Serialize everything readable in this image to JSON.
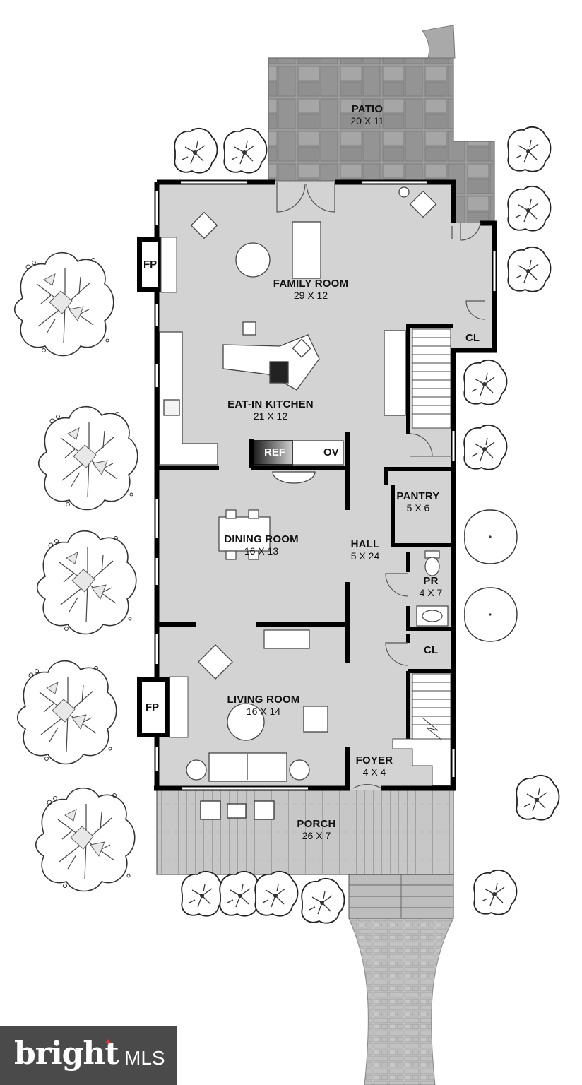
{
  "rooms": {
    "patio": {
      "name": "PATIO",
      "dims": "20 X 11"
    },
    "family_room": {
      "name": "FAMILY ROOM",
      "dims": "29 X 12"
    },
    "kitchen": {
      "name": "EAT-IN KITCHEN",
      "dims": "21 X 12"
    },
    "dining_room": {
      "name": "DINING ROOM",
      "dims": "16 X 13"
    },
    "hall": {
      "name": "HALL",
      "dims": "5 X 24"
    },
    "pantry": {
      "name": "PANTRY",
      "dims": "5 X 6"
    },
    "powder_room": {
      "name": "PR",
      "dims": "4 X 7"
    },
    "living_room": {
      "name": "LIVING ROOM",
      "dims": "16 X 14"
    },
    "foyer": {
      "name": "FOYER",
      "dims": "4 X 4"
    },
    "porch": {
      "name": "PORCH",
      "dims": "26 X 7"
    }
  },
  "tags": {
    "fp_top": "FP",
    "fp_bottom": "FP",
    "closet_top": "CL",
    "closet_bottom": "CL",
    "refrigerator": "REF",
    "oven": "OV"
  },
  "logo": {
    "brand": "bright",
    "suffix": "MLS"
  },
  "colors": {
    "floor": "#d3d3d3",
    "wall": "#000000",
    "patio": "#9a9a9a",
    "porch": "#c4c4c4",
    "logo_bg": "#4a4a4a",
    "logo_accent": "#e0383e"
  }
}
